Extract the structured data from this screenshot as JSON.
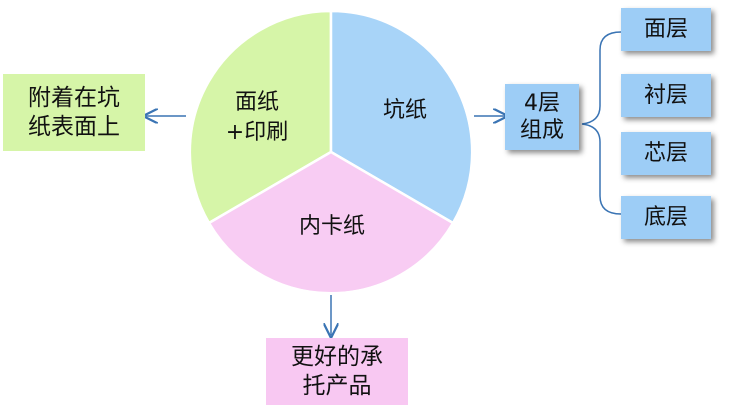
{
  "pie": {
    "segments": [
      {
        "label": "面纸\n+印刷",
        "color": "#d6f5a8"
      },
      {
        "label": "坑纸",
        "color": "#a8d4f8"
      },
      {
        "label": "内卡纸",
        "color": "#f8ccf3"
      }
    ]
  },
  "left_note": {
    "text": "附着在坑\n纸表面上",
    "color": "#d6f5a8"
  },
  "bottom_note": {
    "text": "更好的承\n托产品",
    "color": "#f8c8f2"
  },
  "layers_group": {
    "text": "4层\n组成",
    "color": "#9dcdf6"
  },
  "layers": [
    "面层",
    "衬层",
    "芯层",
    "底层"
  ],
  "connector_color": "#3a74b4"
}
